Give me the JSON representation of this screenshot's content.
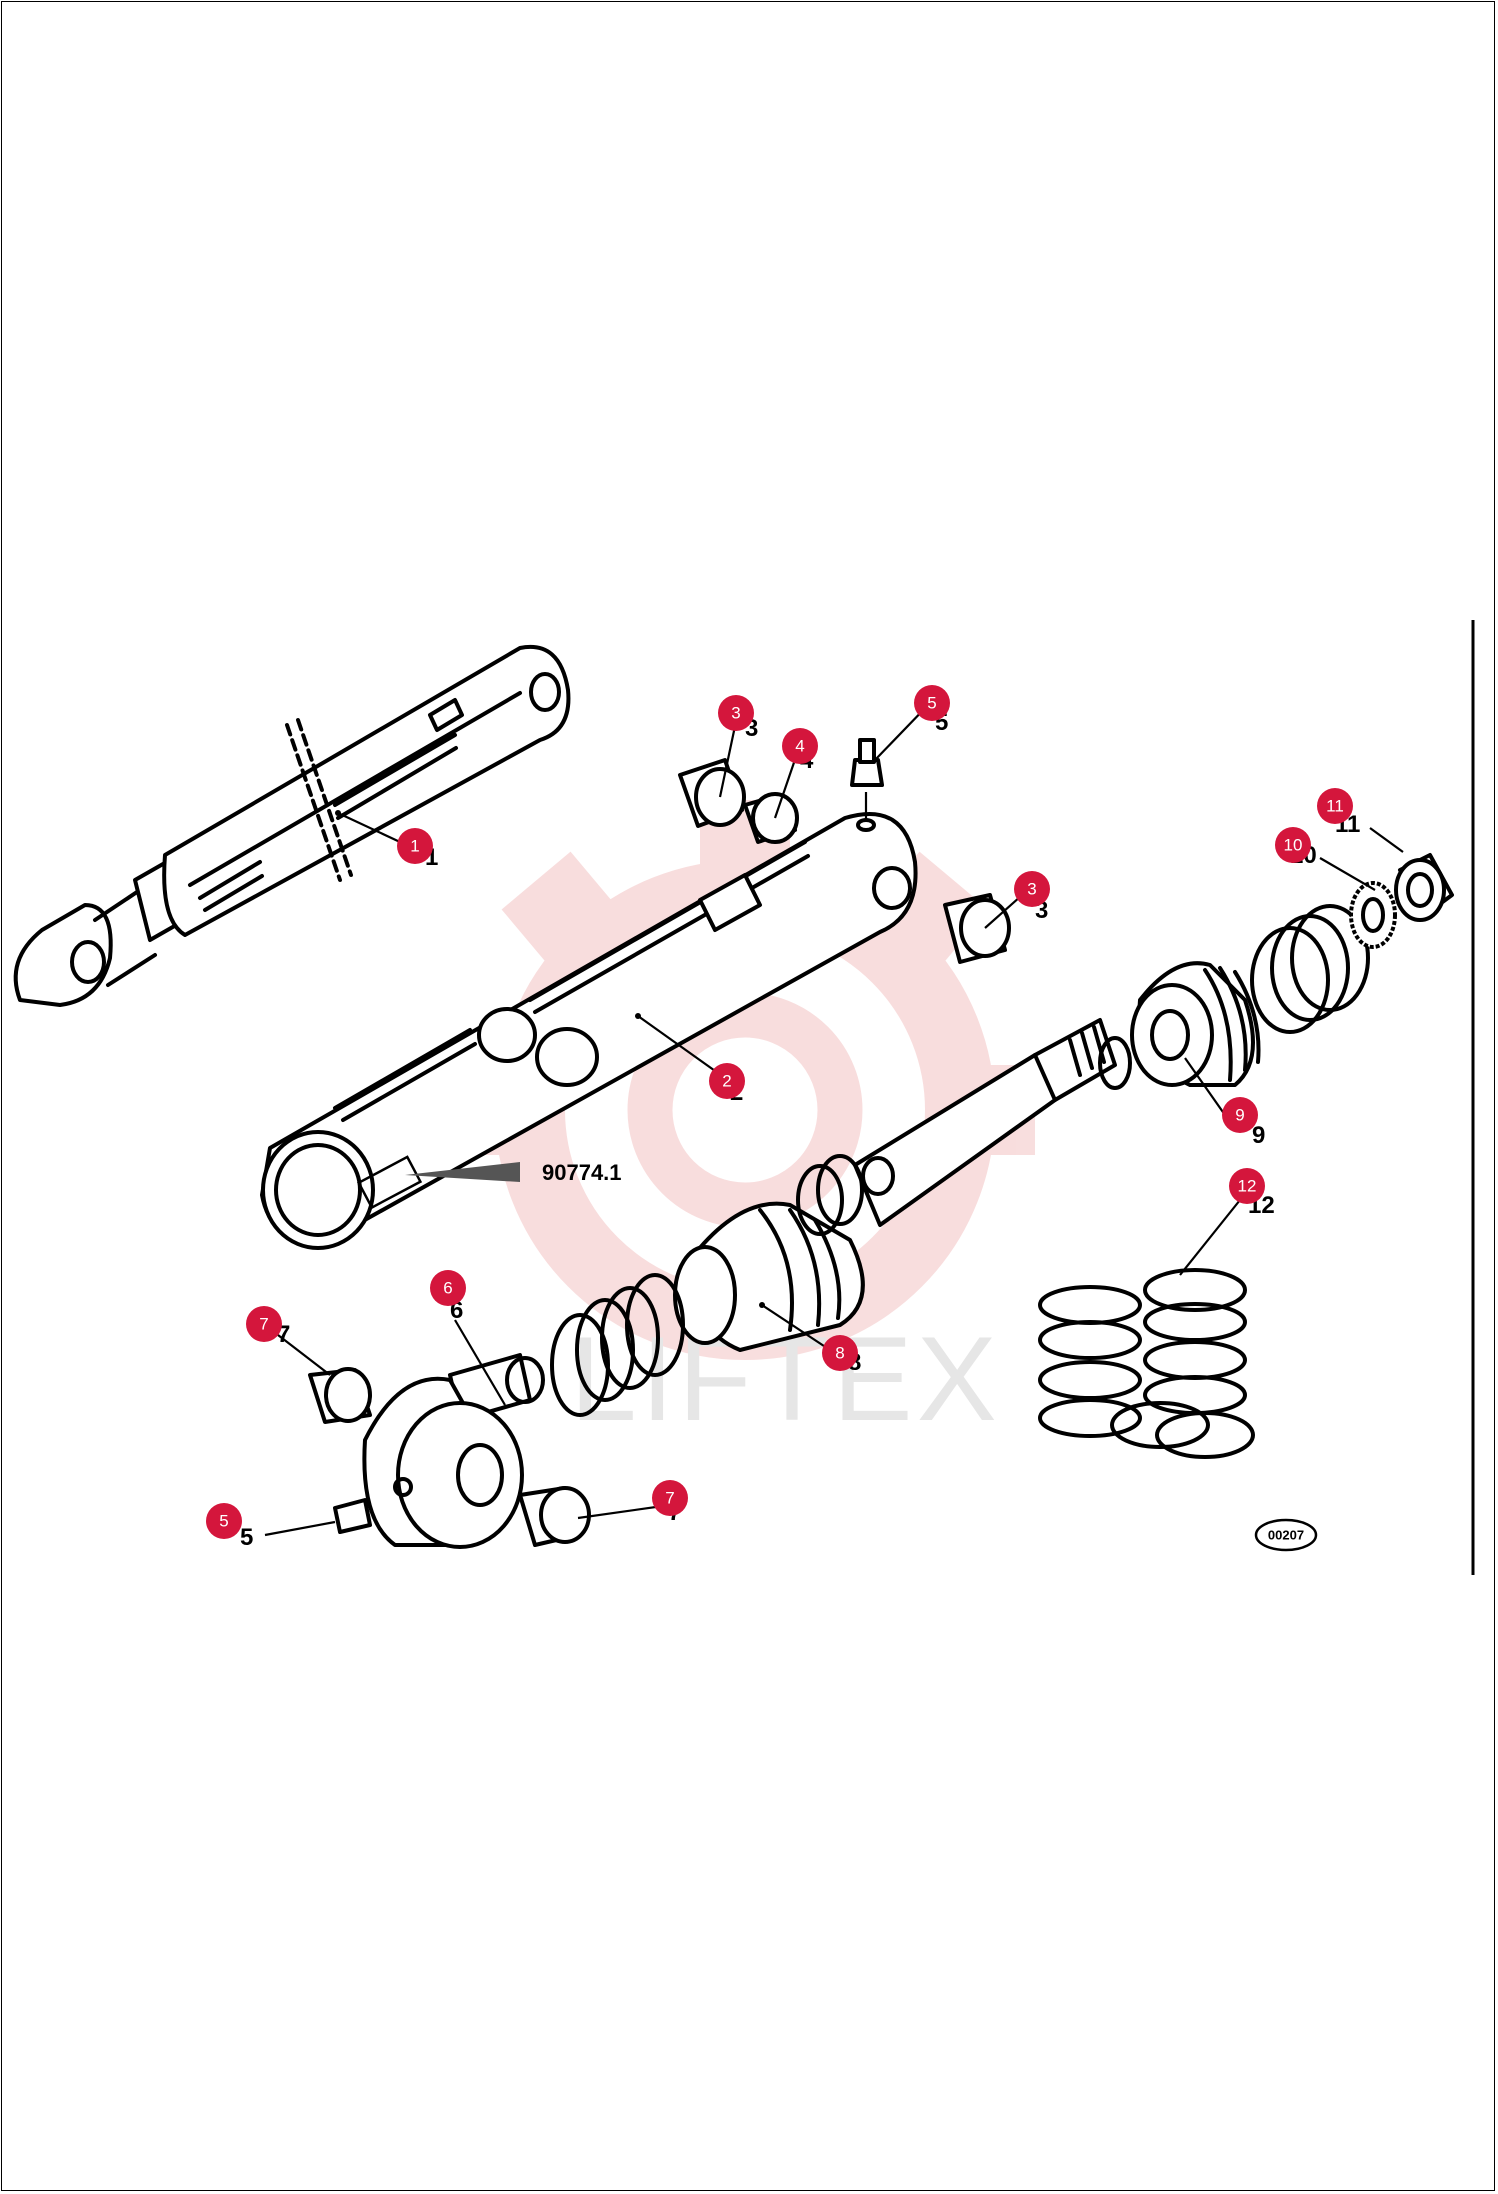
{
  "callouts": [
    {
      "id": "callout-1",
      "label": "1"
    },
    {
      "id": "callout-2",
      "label": "2"
    },
    {
      "id": "callout-3a",
      "label": "3"
    },
    {
      "id": "callout-3b",
      "label": "3"
    },
    {
      "id": "callout-4",
      "label": "4"
    },
    {
      "id": "callout-5a",
      "label": "5"
    },
    {
      "id": "callout-5b",
      "label": "5"
    },
    {
      "id": "callout-6",
      "label": "6"
    },
    {
      "id": "callout-7a",
      "label": "7"
    },
    {
      "id": "callout-7b",
      "label": "7"
    },
    {
      "id": "callout-8",
      "label": "8"
    },
    {
      "id": "callout-9",
      "label": "9"
    },
    {
      "id": "callout-10",
      "label": "10"
    },
    {
      "id": "callout-11",
      "label": "11"
    },
    {
      "id": "callout-12",
      "label": "12"
    }
  ],
  "part_numbers": {
    "n1": "1",
    "n2": "2",
    "n3a": "3",
    "n3b": "3",
    "n4": "4",
    "n5a": "5",
    "n5b": "5",
    "n6": "6",
    "n7a": "7",
    "n7b": "7",
    "n8": "8",
    "n9": "9",
    "n10": "10",
    "n11": "11",
    "n12": "12"
  },
  "label_reference": "90774.1",
  "drawing_code": "00207",
  "watermark": {
    "text": "LIFTEX",
    "color": "#f3c2c2"
  },
  "colors": {
    "callout": "#d4163c",
    "line": "#000000"
  }
}
